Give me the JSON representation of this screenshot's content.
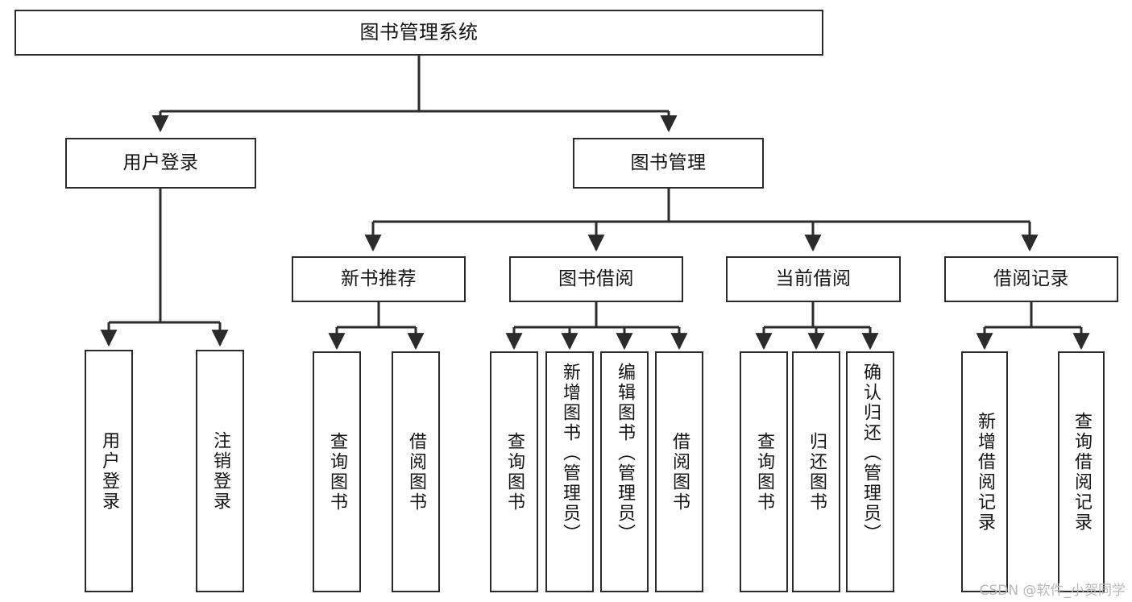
{
  "diagram": {
    "title": "图书管理系统",
    "type": "tree-hierarchy",
    "watermark": "CSDN @软件_小贺同学",
    "colors": {
      "box_border": "#2b2b2b",
      "box_fill": "#ffffff",
      "connector": "#2b2b2b",
      "text": "#141414",
      "watermark": "#b8b8b8"
    },
    "levels": {
      "root": "图书管理系统",
      "level2": [
        "用户登录",
        "图书管理"
      ],
      "level3": [
        "新书推荐",
        "图书借阅",
        "当前借阅",
        "借阅记录"
      ]
    },
    "nodes": {
      "root": {
        "label": "图书管理系统"
      },
      "user_login": {
        "label": "用户登录"
      },
      "book_manage": {
        "label": "图书管理"
      },
      "new_book_rec": {
        "label": "新书推荐"
      },
      "book_borrow": {
        "label": "图书借阅"
      },
      "current_borrow": {
        "label": "当前借阅"
      },
      "borrow_record": {
        "label": "借阅记录"
      },
      "leaf_user_login": {
        "label": "用户登录"
      },
      "leaf_user_logout": {
        "label": "注销登录"
      },
      "leaf_rec_query_book": {
        "label": "查询图书"
      },
      "leaf_rec_borrow_book": {
        "label": "借阅图书"
      },
      "leaf_bb_query_book": {
        "label": "查询图书"
      },
      "leaf_bb_add_book": {
        "label": "新增图书（管理员）"
      },
      "leaf_bb_edit_book": {
        "label": "编辑图书（管理员）"
      },
      "leaf_bb_borrow_book": {
        "label": "借阅图书"
      },
      "leaf_cb_query_book": {
        "label": "查询图书"
      },
      "leaf_cb_return_book": {
        "label": "归还图书"
      },
      "leaf_cb_confirm_return": {
        "label": "确认归还（管理员）"
      },
      "leaf_br_add_record": {
        "label": "新增借阅记录"
      },
      "leaf_br_query_record": {
        "label": "查询借阅记录"
      }
    }
  }
}
